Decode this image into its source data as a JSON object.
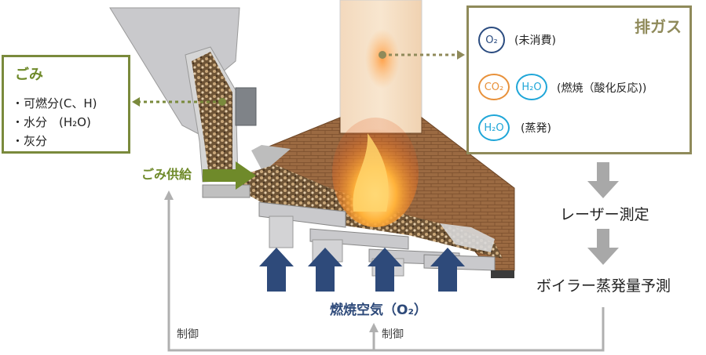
{
  "waste_box": {
    "title": "ごみ",
    "items": [
      "・可燃分(C、H)",
      "・水分　(H₂O)",
      "・灰分"
    ]
  },
  "exhaust_box": {
    "title": "排ガス",
    "rows": [
      {
        "circles": [
          "O₂"
        ],
        "label": "(未消費)"
      },
      {
        "circles": [
          "CO₂",
          "H₂O"
        ],
        "label": "(燃焼（酸化反応))"
      },
      {
        "circles": [
          "H₂O"
        ],
        "label": "(蒸発)"
      }
    ]
  },
  "feed_label": "ごみ供給",
  "air_label": "燃焼空気（O₂）",
  "laser_label": "レーザー測定",
  "predict_label": "ボイラー蒸発量予測",
  "control_left": "制御",
  "control_mid": "制御",
  "colors": {
    "waste_box_border": "#7a8a3c",
    "waste_title": "#6f8a2a",
    "exhaust_border": "#8f8a5a",
    "exhaust_title": "#8f8a5a",
    "air_arrow": "#2e4a7a",
    "air_text": "#2e4a7a",
    "feed_arrow": "#6f8a2a",
    "gray_arrow": "#a8a8a8",
    "o2_circle": "#2b4c80",
    "co2_circle": "#e8913a",
    "h2o_circle": "#1fa6d8"
  }
}
